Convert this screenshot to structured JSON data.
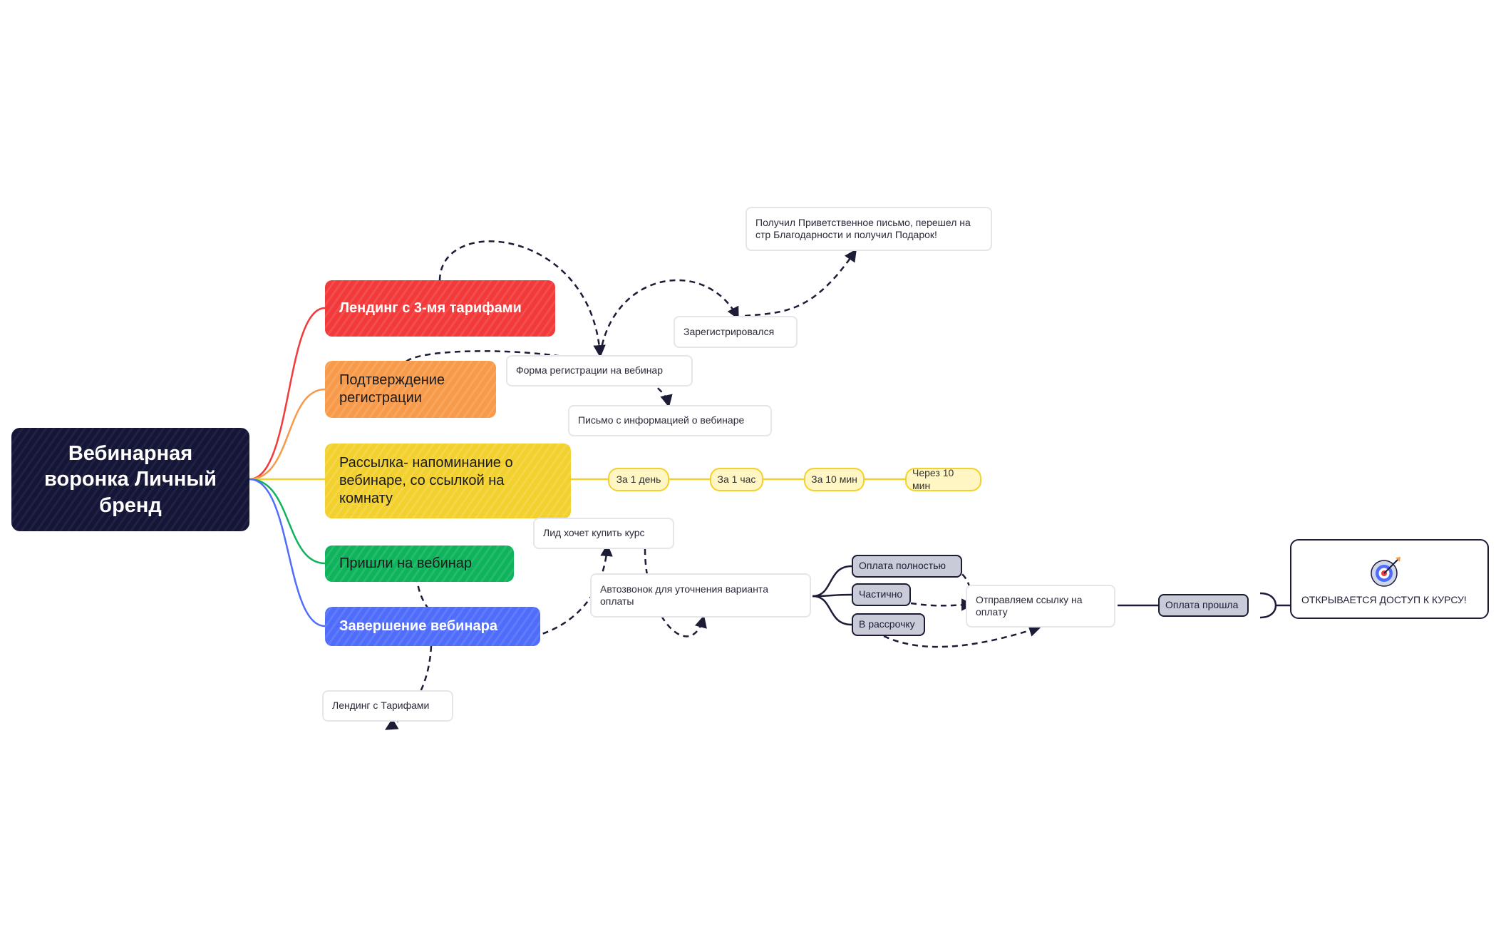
{
  "root": {
    "title": "Вебинарная воронка Личный бренд"
  },
  "branches": [
    {
      "label": "Лендинг с 3-мя тарифами",
      "color": "#f23a3a"
    },
    {
      "label": "Подтверждение регистрации",
      "color": "#f79a4a"
    },
    {
      "label": "Рассылка- напоминание о вебинаре, со ссылкой на комнату",
      "color": "#f2d02e"
    },
    {
      "label": "Пришли на вебинар",
      "color": "#0eb35c"
    },
    {
      "label": "Завершение вебинара",
      "color": "#4f6dfa"
    }
  ],
  "notes": {
    "registration_form": "Форма регистрации на вебинар",
    "registered": "Зарегистрировался",
    "welcome": "Получил Приветственное письмо, перешел на стр Благодарности и получил Подарок!",
    "info_letter": "Письмо с информацией о вебинаре",
    "wants_to_buy": "Лид хочет купить курс",
    "autocall": "Автозвонок для уточнения варианта оплаты",
    "send_payment_link": "Отправляем ссылку на оплату",
    "landing_tariffs": "Лендинг с Тарифами"
  },
  "reminders": [
    "За 1 день",
    "За 1 час",
    "За 10 мин",
    "Через 10 мин"
  ],
  "payment_options": [
    "Оплата полностью",
    "Частично",
    "В рассрочку"
  ],
  "payment_done": "Оплата прошла",
  "goal": {
    "label": "ОТКРЫВАЕТСЯ ДОСТУП К КУРСУ!",
    "icon": "target-icon"
  },
  "colors": {
    "dark": "#1c1c36",
    "note_border": "#e4e6ea",
    "pill_fill": "#fff6c4"
  }
}
